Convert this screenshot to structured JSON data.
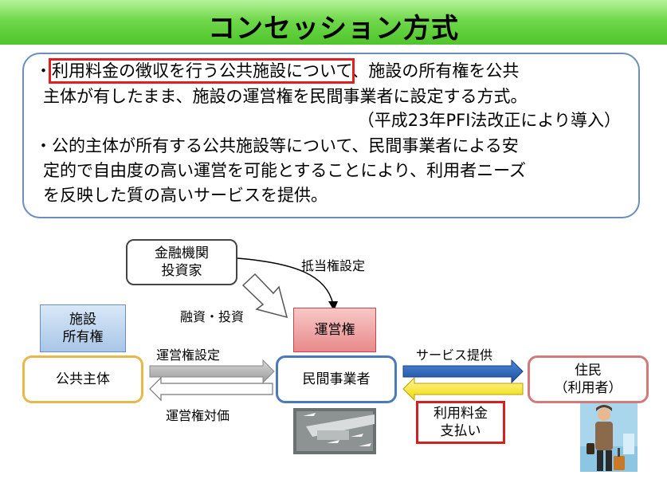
{
  "title": "コンセッション方式",
  "info": {
    "bullet1_prefix": "・",
    "bullet1_highlight": "利用料金の徴収を行う公共施設について",
    "bullet1_rest": "、施設の所有権を公共",
    "bullet1_line2": "主体が有したまま、施設の運営権を民間事業者に設定する方式。",
    "bullet1_note": "（平成23年PFI法改正により導入）",
    "bullet2_line1": "・公的主体が所有する公共施設等について、民間事業者による安",
    "bullet2_line2": "定的で自由度の高い運営を可能とすることにより、利用者ニーズ",
    "bullet2_line3": "を反映した質の高いサービスを提供。"
  },
  "diagram": {
    "finance_box": "金融機関\n投資家",
    "mortgage_label": "抵当権設定",
    "finance_label": "融資・投資",
    "ownership_box": "施設\n所有権",
    "public_entity": "公共主体",
    "concession_box": "運営権",
    "private_operator": "民間事業者",
    "grant_label": "運営権設定",
    "payment_label": "運営権対価",
    "service_label": "サービス提供",
    "residents_box": "住民\n（利用者）",
    "fee_box": "利用料金\n支払い"
  }
}
